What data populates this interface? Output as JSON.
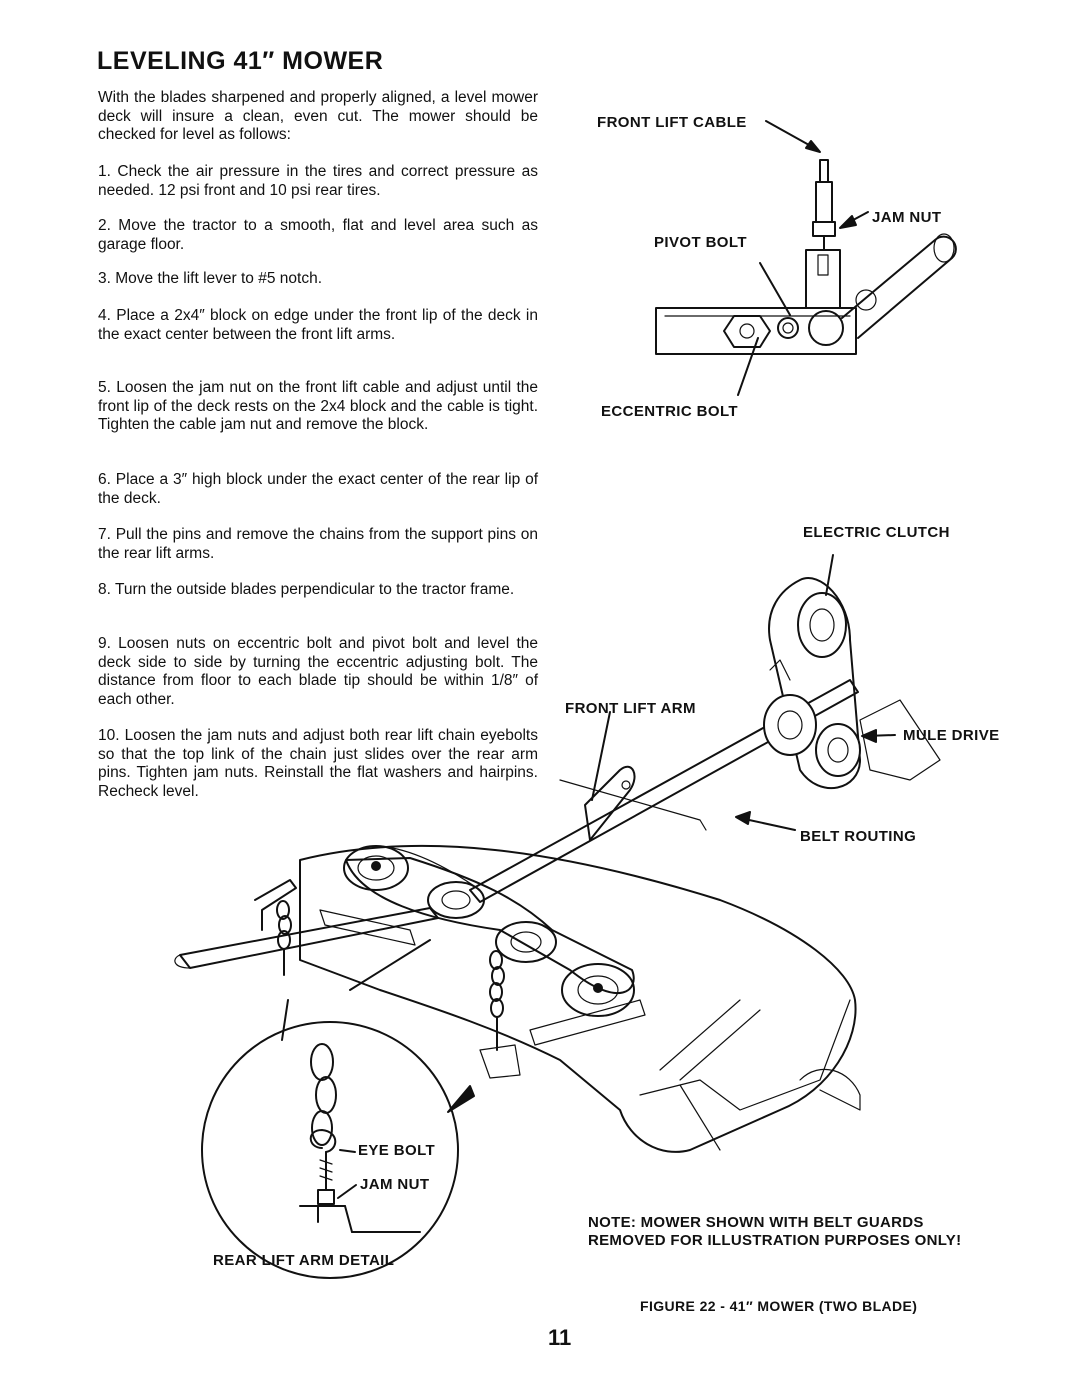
{
  "title": "LEVELING 41″ MOWER",
  "intro": "With the blades sharpened and properly aligned, a level mower deck will insure a clean, even cut. The mower should be checked for level as follows:",
  "steps": [
    "1. Check the air pressure in the tires and correct pressure as needed. 12 psi front and 10 psi rear tires.",
    "2. Move the tractor to a smooth, flat and level area such as garage floor.",
    "3. Move the lift lever to #5 notch.",
    "4. Place a 2x4″ block on edge under the front lip of the deck in the exact center between the front lift arms.",
    "5. Loosen the jam nut on the front lift cable and adjust until the front lip of the deck rests on the 2x4 block and the cable is tight. Tighten the cable jam nut and remove the block.",
    "6. Place a 3″ high block under the exact center of the rear lip of the deck.",
    "7. Pull the pins and remove the chains from the support pins on the rear lift arms.",
    "8. Turn the outside blades perpendicular to the tractor frame.",
    "9. Loosen nuts on eccentric bolt and pivot bolt and level the deck side to side by turning the eccentric adjusting bolt. The distance from floor to each blade tip should be within 1/8″ of each other.",
    "10. Loosen the jam nuts and adjust both rear lift chain eyebolts so that the top link of the chain just slides over the rear arm pins. Tighten jam nuts. Reinstall the flat washers and hairpins. Recheck level."
  ],
  "labels": {
    "front_lift_cable": "FRONT LIFT CABLE",
    "jam_nut_top": "JAM NUT",
    "pivot_bolt": "PIVOT BOLT",
    "eccentric_bolt": "ECCENTRIC BOLT",
    "electric_clutch": "ELECTRIC CLUTCH",
    "front_lift_arm": "FRONT LIFT ARM",
    "mule_drive": "MULE DRIVE",
    "belt_routing": "BELT ROUTING",
    "eye_bolt": "EYE BOLT",
    "jam_nut_detail": "JAM NUT",
    "rear_lift_arm_detail": "REAR LIFT ARM DETAIL"
  },
  "note": {
    "line1": "NOTE: MOWER SHOWN WITH BELT GUARDS",
    "line2": "REMOVED FOR ILLUSTRATION PURPOSES ONLY!"
  },
  "caption": "FIGURE 22 - 41″ MOWER (TWO BLADE)",
  "page_number": "11"
}
